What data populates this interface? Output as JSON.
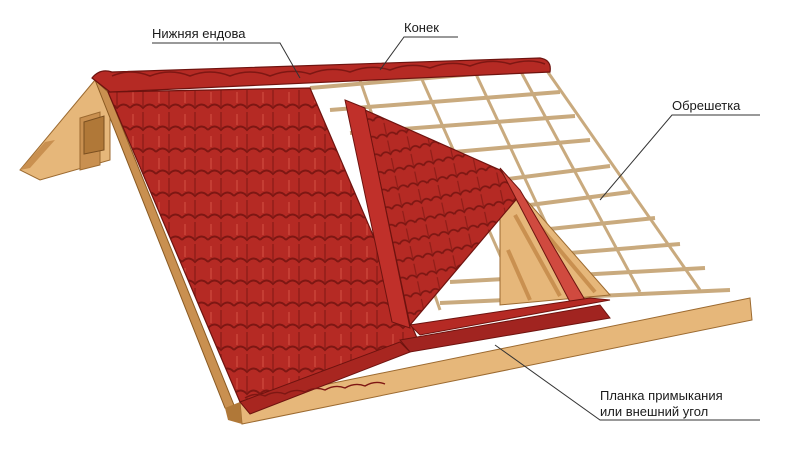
{
  "labels": {
    "lower_valley": "Нижняя ендова",
    "ridge": "Конек",
    "battens": "Обрешетка",
    "strip_line1": "Планка примыкания",
    "strip_line2": "или внешний угол"
  },
  "colors": {
    "tile": "#b52a24",
    "tile_dark": "#7e1713",
    "tile_light": "#d04a3f",
    "wood": "#e6b77a",
    "wood_dark": "#c99050",
    "batten": "#c9aa7e",
    "leader": "#333333"
  }
}
